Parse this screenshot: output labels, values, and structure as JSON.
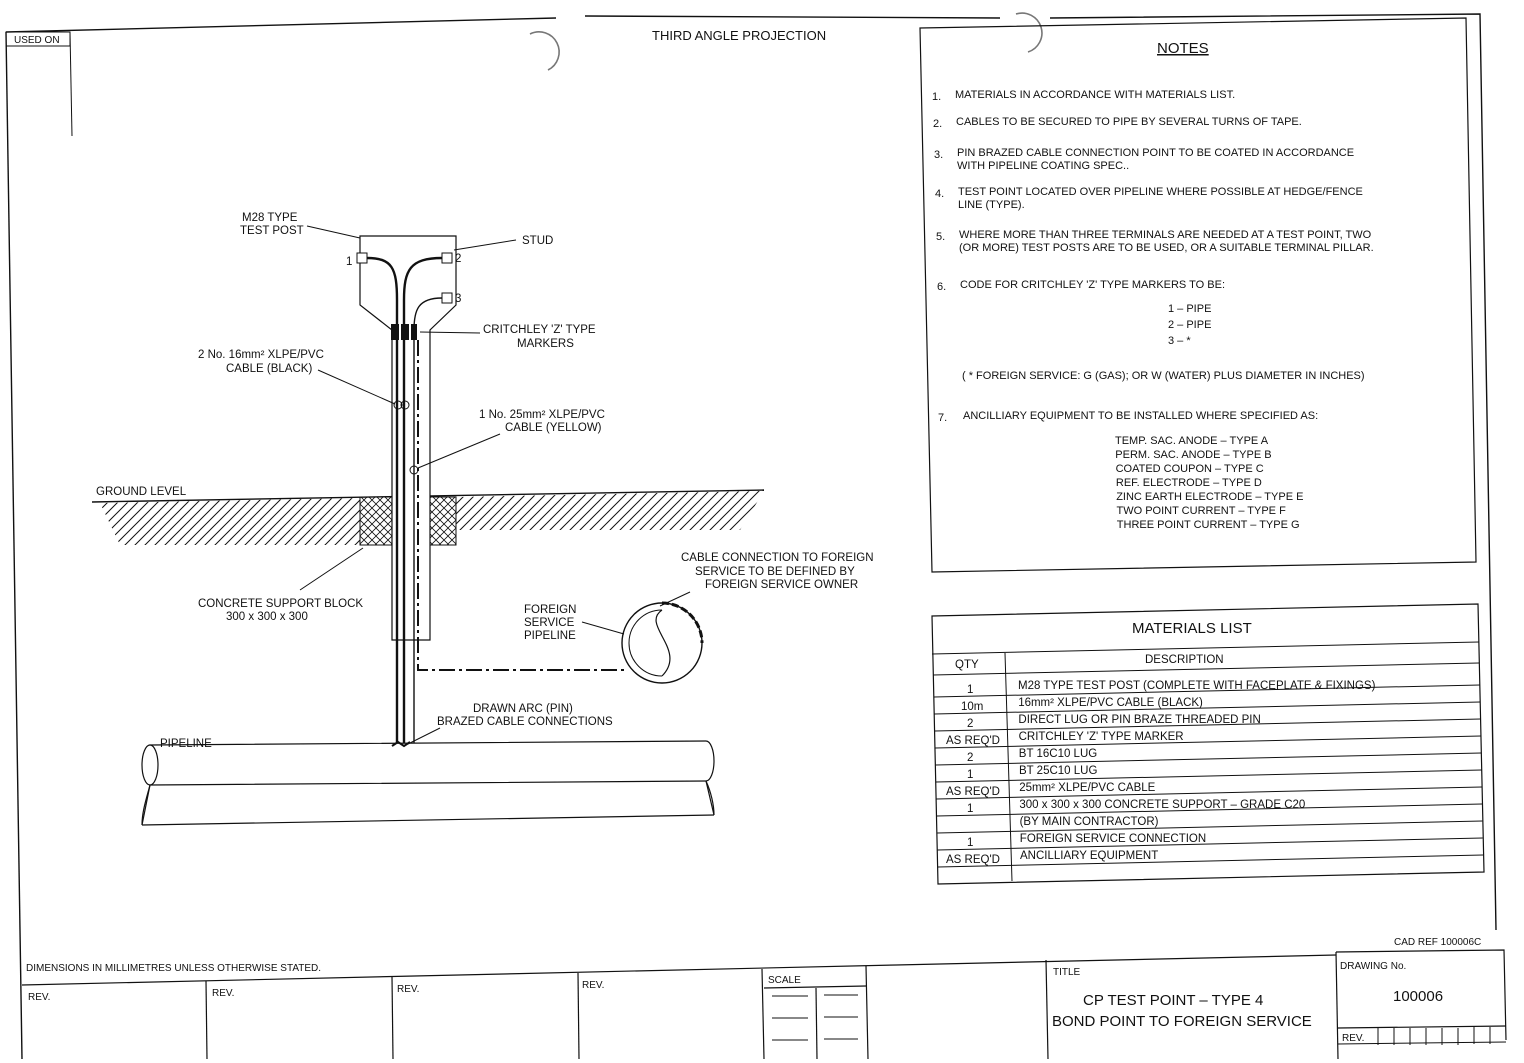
{
  "header": {
    "used_on": "USED ON",
    "projection": "THIRD ANGLE PROJECTION"
  },
  "diagram_labels": {
    "test_post": [
      "M28 TYPE",
      "TEST POST"
    ],
    "stud": "STUD",
    "terminal_1": "1",
    "terminal_2": "2",
    "terminal_3": "3",
    "markers": [
      "CRITCHLEY 'Z' TYPE",
      "MARKERS"
    ],
    "black_cable": [
      "2 No. 16mm² XLPE/PVC",
      "CABLE (BLACK)"
    ],
    "yellow_cable": [
      "1 No. 25mm² XLPE/PVC",
      "CABLE (YELLOW)"
    ],
    "ground_level": "GROUND LEVEL",
    "support_block": [
      "CONCRETE SUPPORT BLOCK",
      "300 x 300 x 300"
    ],
    "foreign_connection": [
      "CABLE CONNECTION TO FOREIGN",
      "SERVICE TO BE DEFINED BY",
      "FOREIGN SERVICE OWNER"
    ],
    "foreign_pipeline": [
      "FOREIGN",
      "SERVICE",
      "PIPELINE"
    ],
    "brazed": [
      "DRAWN ARC (PIN)",
      "BRAZED CABLE CONNECTIONS"
    ],
    "pipeline": "PIPELINE"
  },
  "notes": {
    "title": "NOTES",
    "items": [
      {
        "num": "1.",
        "lines": [
          "MATERIALS IN ACCORDANCE WITH MATERIALS LIST."
        ]
      },
      {
        "num": "2.",
        "lines": [
          "CABLES TO BE SECURED TO PIPE BY SEVERAL TURNS OF TAPE."
        ]
      },
      {
        "num": "3.",
        "lines": [
          "PIN BRAZED CABLE CONNECTION POINT TO BE COATED IN ACCORDANCE",
          "WITH PIPELINE COATING SPEC.."
        ]
      },
      {
        "num": "4.",
        "lines": [
          "TEST POINT LOCATED OVER PIPELINE WHERE POSSIBLE AT HEDGE/FENCE",
          "LINE (TYPE)."
        ]
      },
      {
        "num": "5.",
        "lines": [
          "WHERE MORE THAN THREE TERMINALS ARE NEEDED AT A TEST POINT, TWO",
          "(OR MORE) TEST POSTS ARE TO BE USED, OR A SUITABLE TERMINAL PILLAR."
        ]
      },
      {
        "num": "6.",
        "lines": [
          "CODE FOR CRITCHLEY 'Z' TYPE MARKERS TO BE:"
        ]
      }
    ],
    "codes": [
      "1 – PIPE",
      "2 – PIPE",
      "3 – *"
    ],
    "foreign_note": "( * FOREIGN SERVICE: G (GAS); OR W (WATER) PLUS DIAMETER IN INCHES)",
    "item7": {
      "num": "7.",
      "text": "ANCILLIARY EQUIPMENT TO BE INSTALLED WHERE SPECIFIED AS:"
    },
    "equipment": [
      "TEMP. SAC. ANODE – TYPE A",
      "PERM. SAC. ANODE – TYPE B",
      "COATED COUPON – TYPE C",
      "REF. ELECTRODE – TYPE D",
      "ZINC EARTH ELECTRODE – TYPE E",
      "TWO POINT CURRENT – TYPE F",
      "THREE POINT CURRENT – TYPE G"
    ]
  },
  "materials": {
    "title": "MATERIALS LIST",
    "col_qty": "QTY",
    "col_desc": "DESCRIPTION",
    "rows": [
      {
        "qty": "1",
        "desc": "M28 TYPE TEST POST (COMPLETE WITH FACEPLATE & FIXINGS)"
      },
      {
        "qty": "10m",
        "desc": "16mm² XLPE/PVC CABLE (BLACK)"
      },
      {
        "qty": "2",
        "desc": "DIRECT LUG OR PIN BRAZE THREADED PIN"
      },
      {
        "qty": "AS REQ'D",
        "desc": "CRITCHLEY 'Z' TYPE MARKER"
      },
      {
        "qty": "2",
        "desc": "BT 16C10 LUG"
      },
      {
        "qty": "1",
        "desc": "BT 25C10 LUG"
      },
      {
        "qty": "AS REQ'D",
        "desc": "25mm² XLPE/PVC CABLE"
      },
      {
        "qty": "1",
        "desc": "300 x 300 x 300 CONCRETE SUPPORT – GRADE C20"
      },
      {
        "qty": "",
        "desc": "(BY MAIN CONTRACTOR)"
      },
      {
        "qty": "1",
        "desc": "FOREIGN SERVICE CONNECTION"
      },
      {
        "qty": "AS REQ'D",
        "desc": "ANCILLIARY EQUIPMENT"
      }
    ]
  },
  "title_block": {
    "dimensions_note": "DIMENSIONS IN MILLIMETRES UNLESS OTHERWISE STATED.",
    "rev_label": "REV.",
    "scale_label": "SCALE",
    "title_label": "TITLE",
    "title_line1": "CP TEST POINT – TYPE 4",
    "title_line2": "BOND POINT TO FOREIGN SERVICE",
    "drawing_no_label": "DRAWING No.",
    "drawing_no": "100006",
    "cad_ref": "CAD REF 100006C"
  }
}
